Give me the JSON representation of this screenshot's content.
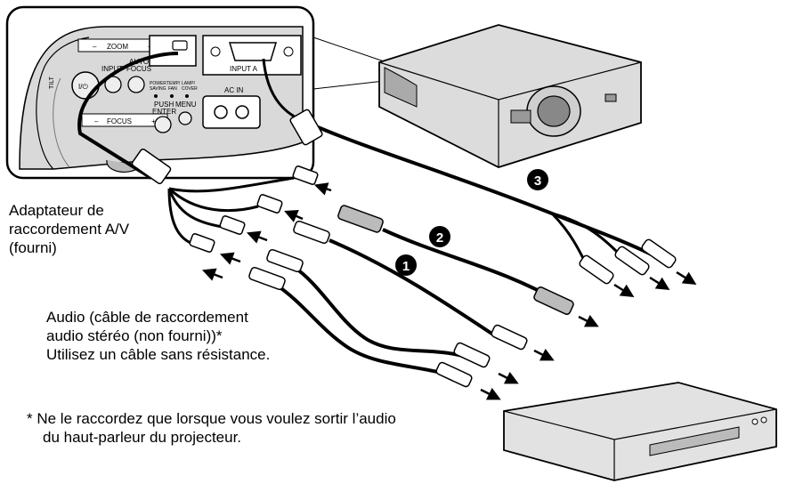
{
  "panel": {
    "zoom": "ZOOM",
    "focus": "FOCUS",
    "minus": "–",
    "plus": "+",
    "input": "INPUT",
    "auto": "AUTO",
    "focus_btn": "FOCUS",
    "power_saving_1": "POWER",
    "power_saving_2": "SAVING",
    "temp_fan_1": "TEMP/",
    "temp_fan_2": "FAN",
    "lamp_cover_1": "LAMP/",
    "lamp_cover_2": "COVER",
    "push": "PUSH",
    "enter": "ENTER",
    "menu": "MENU",
    "input_a": "INPUT A",
    "ac_in": "AC IN",
    "power_symbol": "I/⏻",
    "tilt": "TILT"
  },
  "callouts": {
    "one": "1",
    "two": "2",
    "three": "3"
  },
  "labels": {
    "adapter_line1": "Adaptateur de",
    "adapter_line2": "raccordement A/V",
    "adapter_line3": "(fourni)",
    "audio_line1": "Audio (câble de raccordement",
    "audio_line2": "audio stéréo (non fourni))*",
    "audio_line3": "Utilisez un câble sans résistance.",
    "note_line1": "*  Ne le raccordez que lorsque vous voulez sortir l’audio",
    "note_line2": "du haut-parleur du projecteur."
  }
}
